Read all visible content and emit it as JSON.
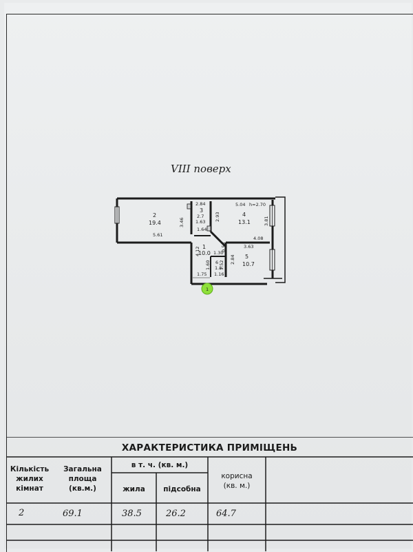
{
  "plan": {
    "floor_label": "VIII поверх",
    "rooms": [
      {
        "number": "2",
        "area": "19.4"
      },
      {
        "number": "3",
        "area": "2.7"
      },
      {
        "number": "4",
        "area": "13.1"
      },
      {
        "number": "1",
        "area": "10.0"
      },
      {
        "number": "5",
        "area": "10.7"
      },
      {
        "number": "6",
        "area": "1.8"
      }
    ],
    "dimensions": [
      "5.61",
      "3.46",
      "2.84",
      "1.63",
      "1.64",
      "2.93",
      "5.04",
      "h=2.70",
      "3.81",
      "4.08",
      "3.63",
      "2.84",
      "4.12",
      "1.30",
      "1.60",
      "1.52",
      "1.16",
      "1.75",
      "0.56"
    ],
    "marker_label": "1"
  },
  "table": {
    "title": "ХАРАКТЕРИСТИКА ПРИМІЩЕНЬ",
    "col_rooms": "Кількість\nжилих\nкімнат",
    "col_total": "Загальна\nплоща\n(кв.м.)",
    "col_incl": "в т. ч. (кв. м.)",
    "col_living": "жила",
    "col_aux": "підсобна",
    "col_useful": "корисна\n(кв. м.)",
    "row": {
      "rooms": "2",
      "total": "69.1",
      "living": "38.5",
      "aux": "26.2",
      "useful": "64.7"
    }
  }
}
